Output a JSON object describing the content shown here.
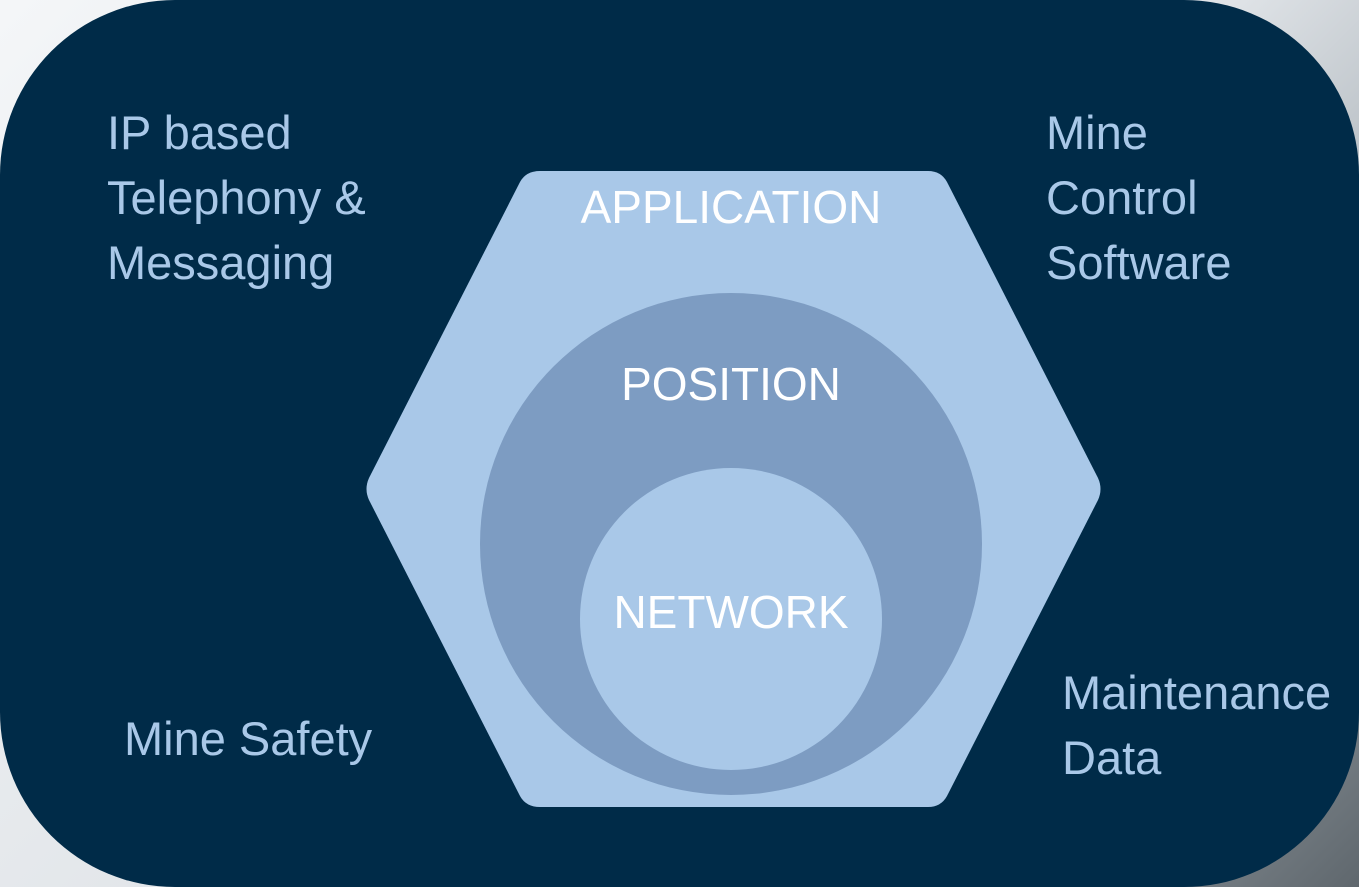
{
  "corners": {
    "top_left": [
      "IP based",
      "Telephony &",
      "Messaging"
    ],
    "top_right": [
      "Mine",
      "Control",
      "Software"
    ],
    "bottom_left": [
      "Mine Safety"
    ],
    "bottom_right": [
      "Maintenance",
      "Data"
    ]
  },
  "layers": {
    "outer": "APPLICATION",
    "middle": "POSITION",
    "inner": "NETWORK"
  },
  "colors": {
    "panel": "#002b48",
    "corner_text": "#a9c8e8",
    "hexagon": "#a9c8e8",
    "middle_circle": "#7d9cc2",
    "inner_circle": "#a9c8e8",
    "layer_text": "#ffffff"
  }
}
